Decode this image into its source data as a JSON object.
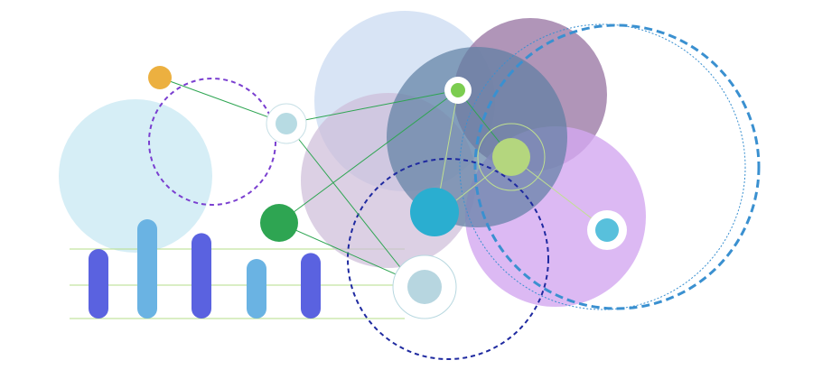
{
  "colors": {
    "background": "#ffffff",
    "light_blue": "#d6eef6",
    "orange": "#ecb040",
    "green": "#2ea552",
    "bar_indigo": "#5a62e0",
    "bar_sky": "#6ab3e3",
    "grid_line": "#b5dd8a",
    "dashed_purple": "#7a3fd0",
    "dashed_blue": "#3a90d0",
    "dashed_navy": "#1f2aa0",
    "teal": "#2aaed0",
    "lime": "#b4d67e",
    "violet": "#d9b6f2"
  },
  "bars": [
    {
      "level": 0.7
    },
    {
      "level": 1.0
    },
    {
      "level": 0.86
    },
    {
      "level": 0.6
    },
    {
      "level": 0.66
    }
  ]
}
